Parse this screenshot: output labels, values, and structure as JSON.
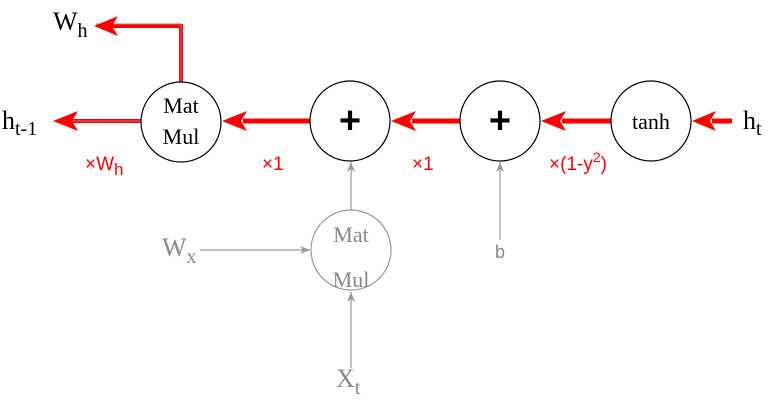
{
  "title": "RNN backward pass computational graph",
  "colors": {
    "active": "#ff0000",
    "inactive": "#999999",
    "node_stroke": "#000000",
    "text": "#000000"
  },
  "nodes": {
    "matmul_h": {
      "line1": "Mat",
      "line2": "Mul",
      "state": "active"
    },
    "add_1": {
      "label": "+",
      "state": "active"
    },
    "add_2": {
      "label": "+",
      "state": "active"
    },
    "tanh": {
      "label": "tanh",
      "state": "active"
    },
    "matmul_x": {
      "line1": "Mat",
      "line2": "Mul",
      "state": "inactive"
    }
  },
  "labels": {
    "w_h": {
      "base": "W",
      "sub": "h"
    },
    "h_prev": {
      "base": "h",
      "sub": "t-1"
    },
    "h_t": {
      "base": "h",
      "sub": "t"
    },
    "w_x": {
      "base": "W",
      "sub": "x"
    },
    "x_t": {
      "base": "X",
      "sub": "t"
    },
    "b": "b"
  },
  "gradients": {
    "w_h_factor": {
      "prefix": "×W",
      "sub": "h"
    },
    "add1_to_matmul": "×1",
    "add2_to_add1": "×1",
    "tanh_to_add2": {
      "prefix": "×(1-y",
      "sup": "2",
      "suffix": ")"
    }
  }
}
